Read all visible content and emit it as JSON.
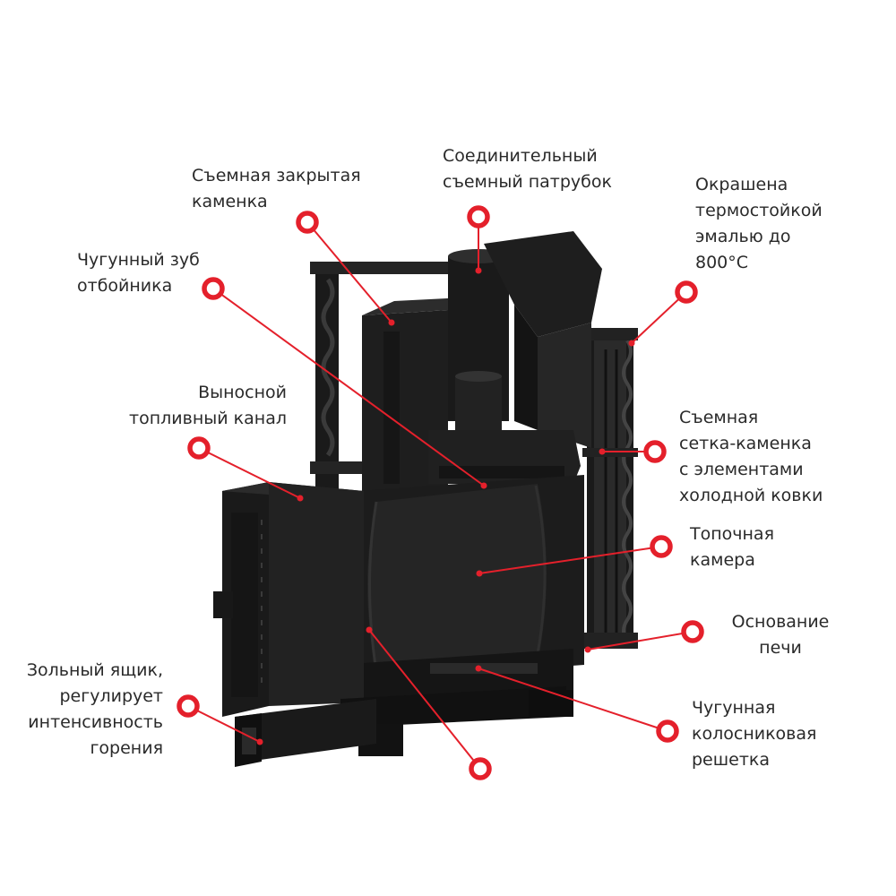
{
  "diagram": {
    "accent_color": "#e4202b",
    "stove_color": "#1c1c1c",
    "callouts": [
      {
        "id": "removable-closed-stone-box",
        "lines": [
          "Съемная закрытая",
          "каменка"
        ]
      },
      {
        "id": "connecting-pipe",
        "lines": [
          "Соединительный",
          "съемный патрубок"
        ]
      },
      {
        "id": "heat-resistant-enamel",
        "lines": [
          "Окрашена",
          "термостойкой",
          "эмалью до",
          "800°С"
        ]
      },
      {
        "id": "cast-iron-tooth",
        "lines": [
          "Чугунный зуб",
          "отбойника"
        ]
      },
      {
        "id": "remote-fuel-channel",
        "lines": [
          "Выносной",
          "топливный канал"
        ]
      },
      {
        "id": "mesh-stone-box",
        "lines": [
          "Съемная",
          "сетка-каменка",
          "с элементами",
          "холодной ковки"
        ]
      },
      {
        "id": "firebox",
        "lines": [
          "Топочная",
          "камера"
        ]
      },
      {
        "id": "stove-base",
        "lines": [
          "Основание",
          "печи"
        ]
      },
      {
        "id": "ash-box",
        "lines": [
          "Зольный ящик,",
          "регулирует",
          "интенсивность",
          "горения"
        ]
      },
      {
        "id": "cast-iron-grate",
        "lines": [
          "Чугунная",
          "колосниковая",
          "решетка"
        ]
      },
      {
        "id": "bottom-marker",
        "lines": []
      }
    ]
  }
}
